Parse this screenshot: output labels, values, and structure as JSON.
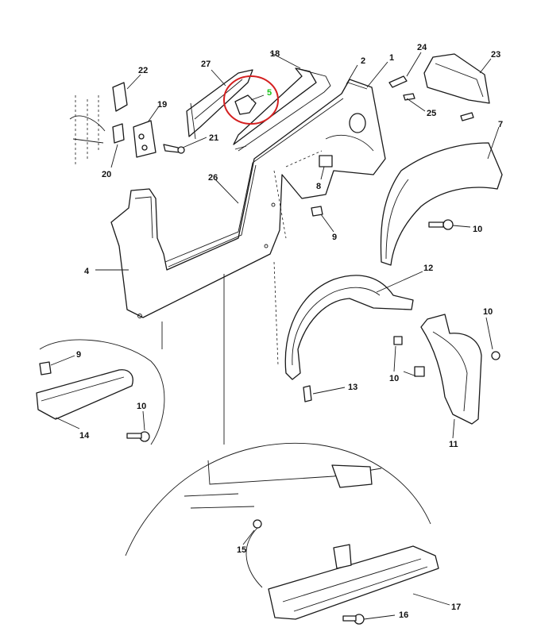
{
  "diagram": {
    "callouts": [
      {
        "id": "c1",
        "text": "1"
      },
      {
        "id": "c2",
        "text": "2"
      },
      {
        "id": "c4",
        "text": "4"
      },
      {
        "id": "c5",
        "text": "5",
        "highlighted": true
      },
      {
        "id": "c7",
        "text": "7"
      },
      {
        "id": "c8",
        "text": "8"
      },
      {
        "id": "c9a",
        "text": "9"
      },
      {
        "id": "c9b",
        "text": "9"
      },
      {
        "id": "c10a",
        "text": "10"
      },
      {
        "id": "c10b",
        "text": "10"
      },
      {
        "id": "c10c",
        "text": "10"
      },
      {
        "id": "c10d",
        "text": "10"
      },
      {
        "id": "c11",
        "text": "11"
      },
      {
        "id": "c12",
        "text": "12"
      },
      {
        "id": "c13",
        "text": "13"
      },
      {
        "id": "c14",
        "text": "14"
      },
      {
        "id": "c15",
        "text": "15"
      },
      {
        "id": "c16",
        "text": "16"
      },
      {
        "id": "c17",
        "text": "17"
      },
      {
        "id": "c18",
        "text": "18"
      },
      {
        "id": "c19",
        "text": "19"
      },
      {
        "id": "c20",
        "text": "20"
      },
      {
        "id": "c21",
        "text": "21"
      },
      {
        "id": "c22",
        "text": "22"
      },
      {
        "id": "c23",
        "text": "23"
      },
      {
        "id": "c24",
        "text": "24"
      },
      {
        "id": "c25",
        "text": "25"
      },
      {
        "id": "c26",
        "text": "26"
      },
      {
        "id": "c27",
        "text": "27"
      }
    ],
    "highlight": {
      "target": "5",
      "ring_color": "#d42020",
      "label_color": "#19c419"
    }
  }
}
